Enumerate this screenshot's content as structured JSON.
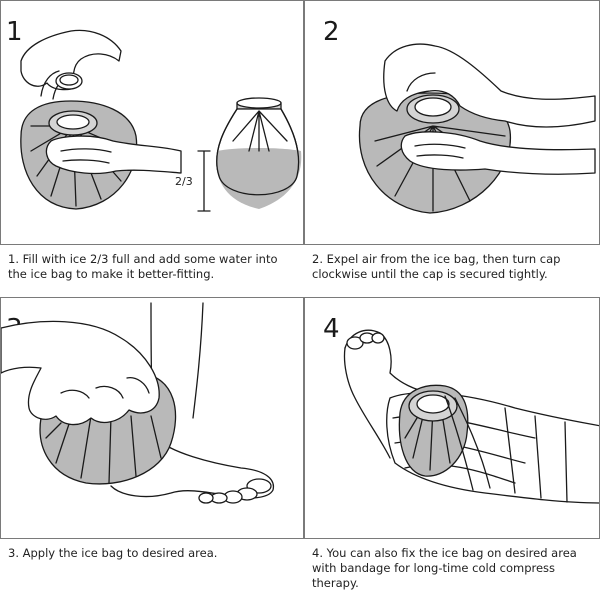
{
  "steps": [
    {
      "number": "1",
      "caption": "1. Fill with ice 2/3 full and add some water into the ice bag to make it better-fitting.",
      "fill_label": "2/3"
    },
    {
      "number": "2",
      "caption": "2. Expel air from the ice bag, then turn cap clockwise until the cap is secured tightly."
    },
    {
      "number": "3",
      "caption": "3. Apply the ice bag to desired area."
    },
    {
      "number": "4",
      "caption": "4. You can also fix the ice bag on desired area with bandage for long-time cold compress therapy."
    }
  ],
  "colors": {
    "line": "#1a1a1a",
    "bag_fill": "#b9b9b9",
    "bag_light": "#d4d4d4",
    "border": "#7a7a7a"
  }
}
